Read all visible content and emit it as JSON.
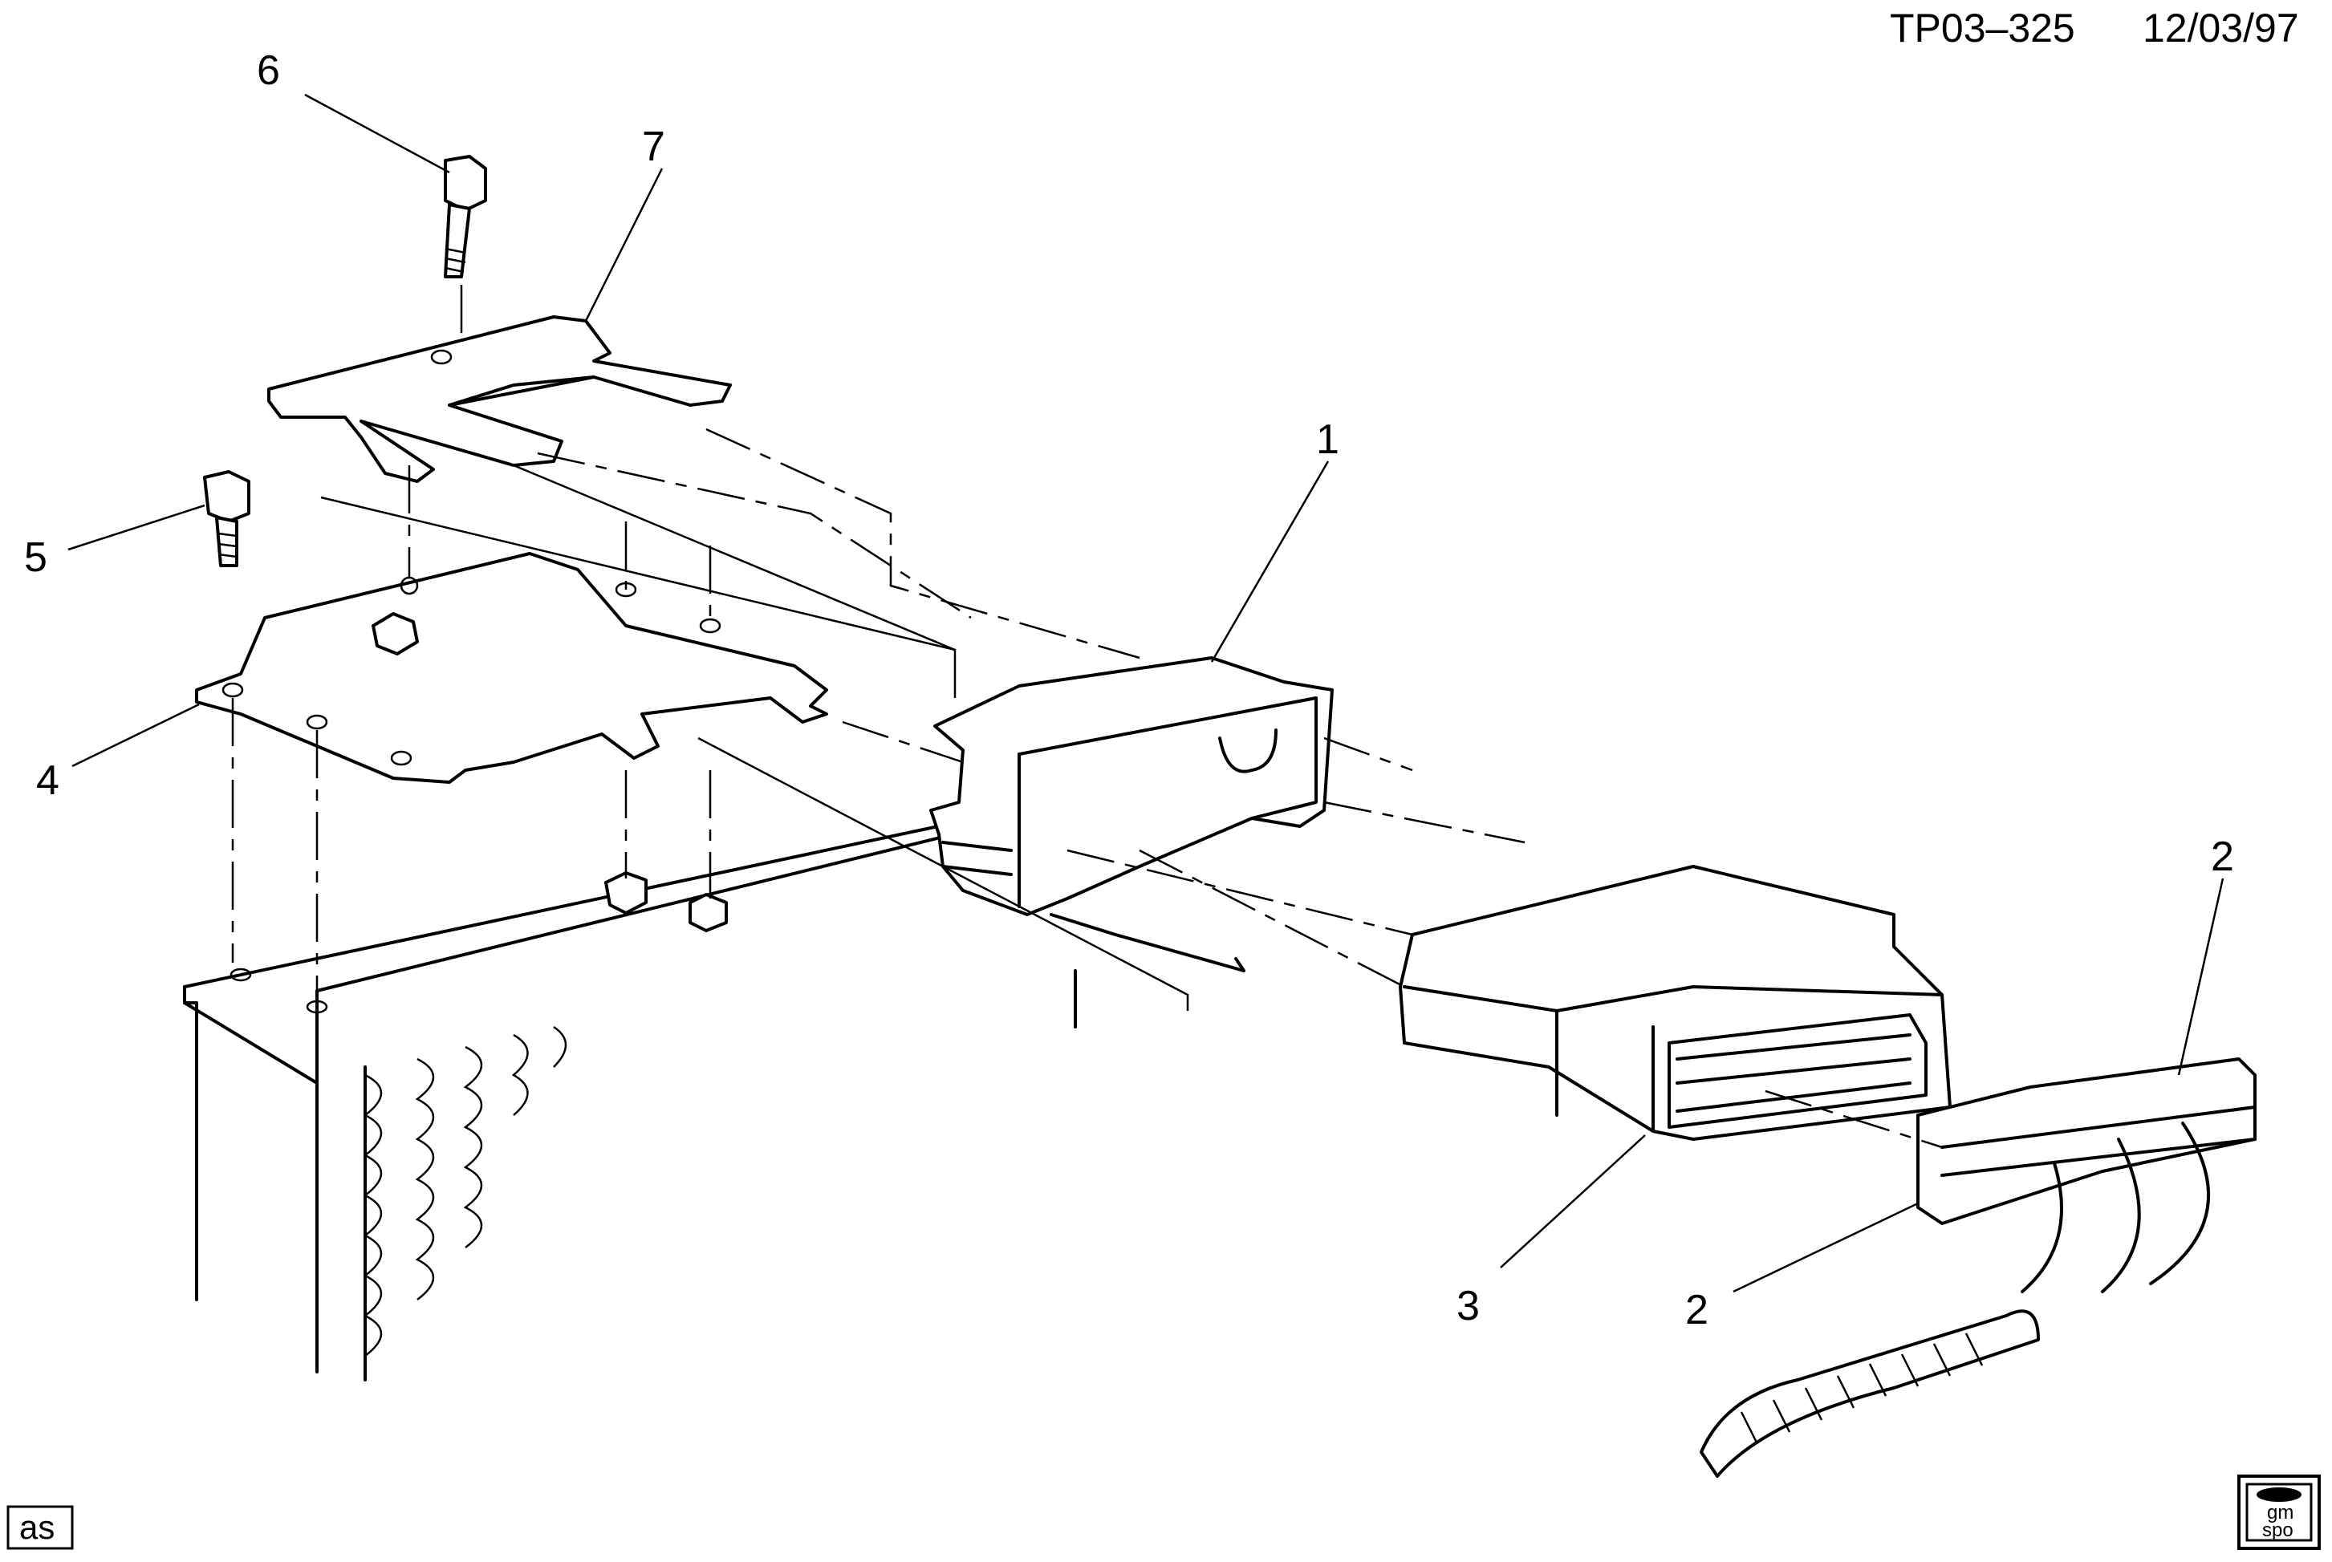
{
  "header": {
    "drawing_id": "TP03–325",
    "date": "12/03/97"
  },
  "callouts": [
    {
      "label": "6"
    },
    {
      "label": "7"
    },
    {
      "label": "1"
    },
    {
      "label": "5"
    },
    {
      "label": "4"
    },
    {
      "label": "2"
    },
    {
      "label": "3"
    },
    {
      "label": "2"
    }
  ],
  "footer": {
    "tag": "as",
    "logo_gm": "gm",
    "logo_spo": "spo"
  }
}
